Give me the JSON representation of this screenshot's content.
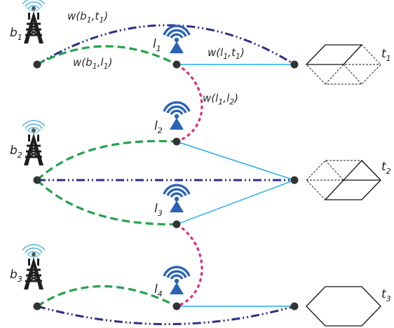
{
  "nodes": {
    "b1": {
      "label": "b",
      "sub": "1",
      "icon": "cell-tower-icon"
    },
    "b2": {
      "label": "b",
      "sub": "2",
      "icon": "cell-tower-icon"
    },
    "b3": {
      "label": "b",
      "sub": "3",
      "icon": "cell-tower-icon"
    },
    "l1": {
      "label": "l",
      "sub": "1",
      "icon": "wireless-router-icon"
    },
    "l2": {
      "label": "l",
      "sub": "2",
      "icon": "wireless-router-icon"
    },
    "l3": {
      "label": "l",
      "sub": "3",
      "icon": "wireless-router-icon"
    },
    "l4": {
      "label": "l",
      "sub": "4",
      "icon": "wireless-router-icon"
    },
    "t1": {
      "label": "t",
      "sub": "1"
    },
    "t2": {
      "label": "t",
      "sub": "2"
    },
    "t3": {
      "label": "t",
      "sub": "3"
    }
  },
  "edge_labels": {
    "b1_t1": {
      "pre": "w(b",
      "s1": "1",
      "mid": ",t",
      "s2": "1",
      "post": ")"
    },
    "b1_l1": {
      "pre": "w(b",
      "s1": "1",
      "mid": ",l",
      "s2": "1",
      "post": ")"
    },
    "l1_t1": {
      "pre": "w(l",
      "s1": "1",
      "mid": ",t",
      "s2": "1",
      "post": ")"
    },
    "l1_l2": {
      "pre": "w(l",
      "s1": "1",
      "mid": ",l",
      "s2": "2",
      "post": ")"
    }
  },
  "colors": {
    "station_link": "#22a24a",
    "station_target_link": "#2b2f86",
    "relay_link": "#d62f7e",
    "target_link": "#21aee6",
    "icon_blue": "#2a63b3",
    "tower_dark": "#1e1e1e"
  }
}
